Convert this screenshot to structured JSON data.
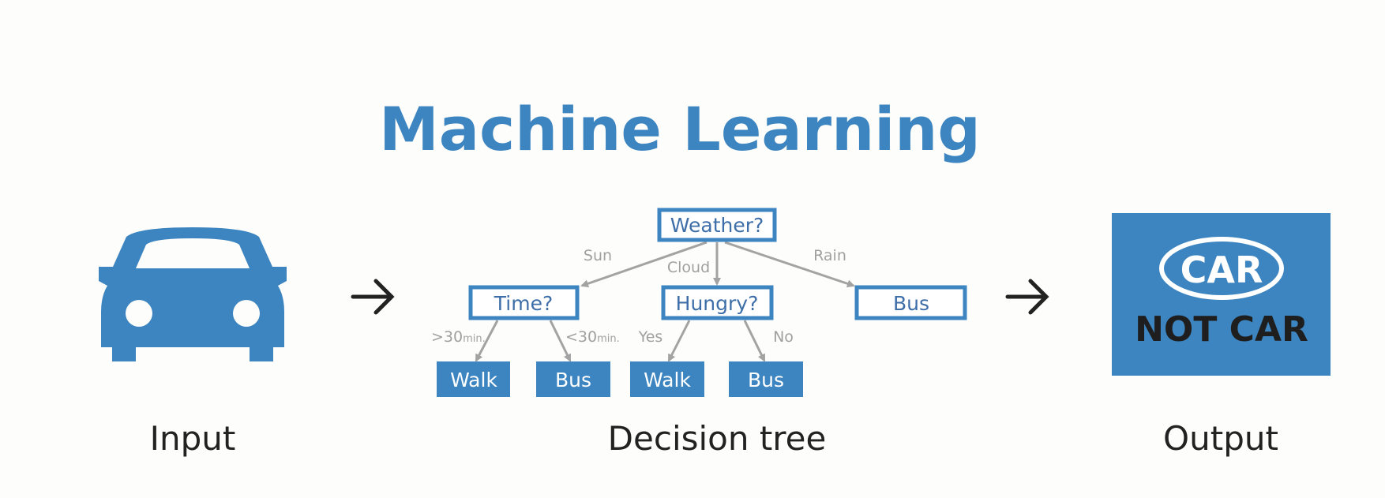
{
  "title": "Machine Learning",
  "colors": {
    "accent": "#3d85c0",
    "edge": "#a3a3a3",
    "text": "#222222"
  },
  "input": {
    "icon": "car-icon",
    "caption": "Input"
  },
  "tree": {
    "caption": "Decision tree",
    "root": "Weather?",
    "edges": {
      "sun": "Sun",
      "cloud": "Cloud",
      "rain": "Rain",
      "gt30": ">30",
      "gt30_unit": "min.",
      "lt30": "<30",
      "lt30_unit": "min.",
      "yes": "Yes",
      "no": "No"
    },
    "nodes": {
      "time": "Time?",
      "hungry": "Hungry?",
      "rain_leaf": "Bus"
    },
    "leaves": [
      "Walk",
      "Bus",
      "Walk",
      "Bus"
    ]
  },
  "output": {
    "caption": "Output",
    "car_label": "CAR",
    "not_car_label": "NOT CAR"
  }
}
